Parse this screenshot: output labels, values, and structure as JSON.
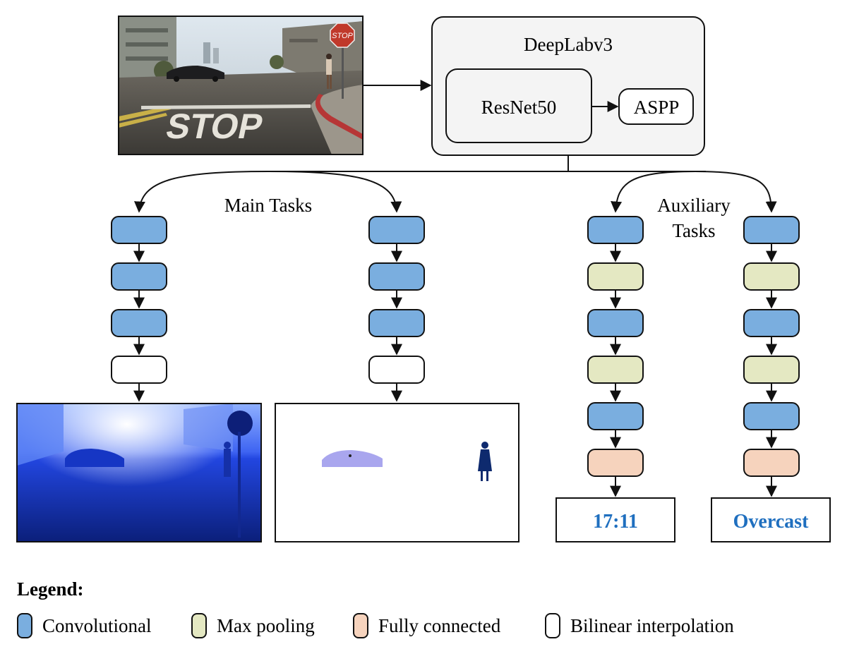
{
  "backbone": {
    "title": "DeepLabv3",
    "encoder": "ResNet50",
    "head": "ASPP"
  },
  "groups": {
    "main": "Main Tasks",
    "auxiliary_line1": "Auxiliary",
    "auxiliary_line2": "Tasks"
  },
  "outputs": {
    "time": "17:11",
    "weather": "Overcast"
  },
  "stop_text": "STOP",
  "legend": {
    "title": "Legend:",
    "items": [
      {
        "label": "Convolutional",
        "color": "#7aaedf"
      },
      {
        "label": "Max pooling",
        "color": "#e4e8c2"
      },
      {
        "label": "Fully connected",
        "color": "#f6d3bd"
      },
      {
        "label": "Bilinear interpolation",
        "color": "#ffffff"
      }
    ]
  },
  "colors": {
    "conv": "#7aaedf",
    "pool": "#e4e8c2",
    "fc": "#f6d3bd",
    "interp": "#ffffff",
    "accent_text": "#1f6fbf",
    "box_fill": "#f4f4f4"
  }
}
